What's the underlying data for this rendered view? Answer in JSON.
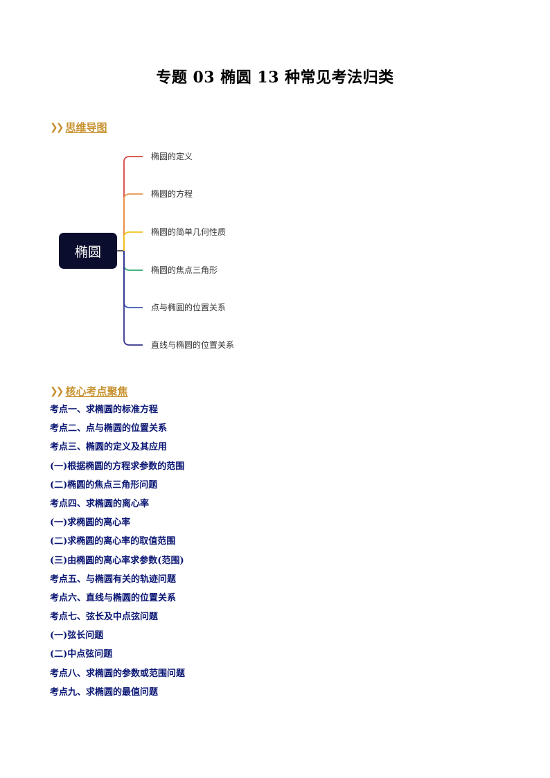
{
  "document": {
    "title": "专题 03  椭圆 13 种常见考法归类"
  },
  "mind_map_section": {
    "heading": "思维导图",
    "root": "椭圆",
    "branches": [
      {
        "label": "椭圆的定义",
        "color": "#d64541"
      },
      {
        "label": "椭圆的方程",
        "color": "#e8944a"
      },
      {
        "label": "椭圆的简单几何性质",
        "color": "#f0c419"
      },
      {
        "label": "椭圆的焦点三角形",
        "color": "#2aaa6b"
      },
      {
        "label": "点与椭圆的位置关系",
        "color": "#3f59b8"
      },
      {
        "label": "直线与椭圆的位置关系",
        "color": "#33338f"
      }
    ]
  },
  "core_points_section": {
    "heading": "核心考点聚焦",
    "items": [
      "考点一、求椭圆的标准方程",
      "考点二、点与椭圆的位置关系",
      "考点三、椭圆的定义及其应用",
      "(一)根据椭圆的方程求参数的范围",
      "(二)椭圆的焦点三角形问题",
      "考点四、求椭圆的离心率",
      "(一)求椭圆的离心率",
      "(二)求椭圆的离心率的取值范围",
      "(三)由椭圆的离心率求参数(范围)",
      "考点五、与椭圆有关的轨迹问题",
      "考点六、直线与椭圆的位置关系",
      "考点七、弦长及中点弦问题",
      "(一)弦长问题",
      "(二)中点弦问题",
      "考点八、求椭圆的参数或范围问题",
      "考点九、求椭圆的最值问题"
    ]
  },
  "colors": {
    "heading_accent": "#c8922f",
    "list_text": "#0a1673",
    "root_box": "#0b0d2e"
  }
}
